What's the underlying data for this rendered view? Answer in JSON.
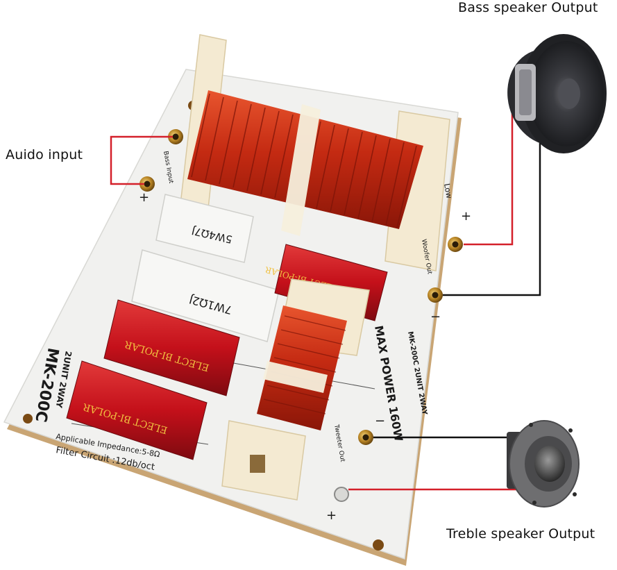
{
  "labels": {
    "bass_output": "Bass speaker Output",
    "audio_input": "Auido input",
    "treble_output": "Treble speaker Output"
  },
  "board": {
    "model": "MK-200C",
    "subtitle": "2UNIT 2WAY",
    "power_side": "MAX POWER 160W",
    "model_side": "MK-200C 2UNIT 2WAY",
    "impedance": "Applicable Impedance:5-8Ω",
    "filter": "Filter Circuit :12db/oct",
    "resistor_1": "5W4Ω7J",
    "resistor_2": "7W1Ω2J",
    "capacitor_text": "ELECT BI-POLAR",
    "woofer_out": "Woofer Out",
    "tweeter_out": "Tweeter Out",
    "bass_input": "Bass Input",
    "low": "Low",
    "plus": "+",
    "minus": "−"
  },
  "colors": {
    "wire_red": "#d4202a",
    "wire_black": "#111111",
    "pcb": "#f1f1ef",
    "copper": "#c8321a",
    "capacitor": "#c8141c",
    "gold": "#c9962e"
  }
}
